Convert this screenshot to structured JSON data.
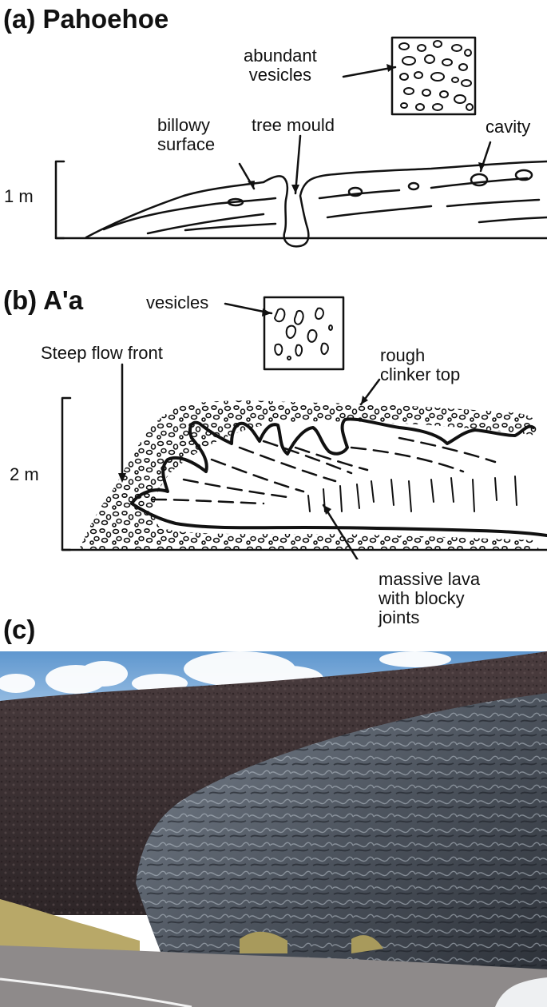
{
  "panel_a": {
    "heading": "(a) Pahoehoe",
    "labels": {
      "abundant_vesicles": "abundant\nvesicles",
      "billowy_surface": "billowy\nsurface",
      "tree_mould": "tree mould",
      "cavity": "cavity",
      "scale": "1 m"
    }
  },
  "panel_b": {
    "heading": "(b) A'a",
    "labels": {
      "vesicles": "vesicles",
      "steep_flow_front": "Steep flow front",
      "rough_clinker_top": "rough\nclinker top",
      "scale": "2 m",
      "massive_lava": "massive lava\nwith blocky\njoints"
    }
  },
  "panel_c": {
    "heading": "(c)"
  }
}
